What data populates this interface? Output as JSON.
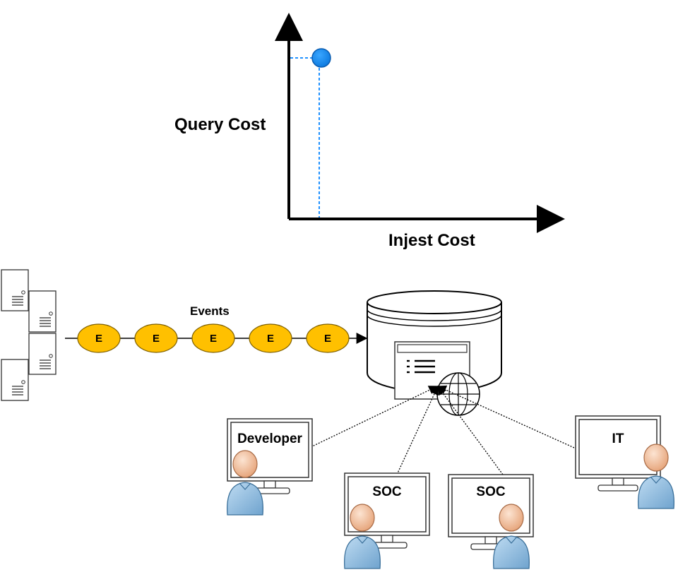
{
  "chart": {
    "y_axis_label": "Query Cost",
    "x_axis_label": "Injest Cost"
  },
  "pipeline": {
    "stream_label": "Events",
    "event_glyph": "E",
    "event_count": 5
  },
  "users": [
    {
      "label": "Developer"
    },
    {
      "label": "SOC"
    },
    {
      "label": "SOC"
    },
    {
      "label": "IT"
    }
  ],
  "colors": {
    "event_fill": "#FFC000",
    "point_fill": "#1E90FF",
    "guide_line": "#1E90FF",
    "person_head": "#F4C9A8",
    "person_body": "#9CC3E6"
  },
  "icons": [
    "server-icon",
    "database-icon",
    "web-app-icon",
    "globe-icon",
    "monitor-icon",
    "person-icon"
  ]
}
